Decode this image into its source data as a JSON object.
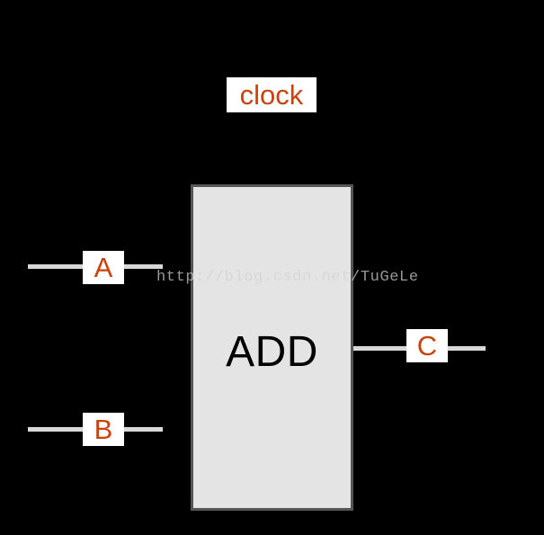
{
  "diagram": {
    "background_color": "#000000",
    "title_block": {
      "label": "ADD",
      "fill_color": "#e4e4e4",
      "border_color": "#555555",
      "text_color": "#000000"
    },
    "accent_color": "#c9430d",
    "wire_color": "#d8d8d8",
    "label_background": "#ffffff",
    "signals": [
      {
        "name": "clock",
        "label": "clock",
        "kind": "clock-input"
      },
      {
        "name": "A",
        "label": "A",
        "kind": "data-input"
      },
      {
        "name": "B",
        "label": "B",
        "kind": "data-input"
      },
      {
        "name": "C",
        "label": "C",
        "kind": "data-output"
      }
    ],
    "watermark": {
      "text": "http://blog.csdn.net/TuGeLe",
      "color": "#d3d3d3"
    }
  }
}
